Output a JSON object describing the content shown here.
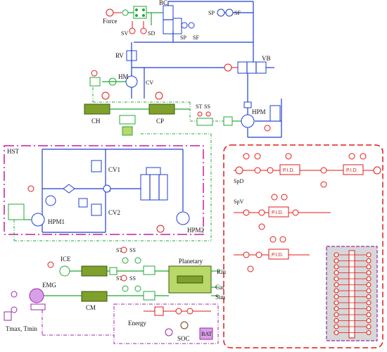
{
  "labels": {
    "force": "Force",
    "bc": "BC",
    "sp_top": "SP",
    "sf_top": "SF",
    "sv": "SV",
    "sd": "SD",
    "sp_mid": "SP",
    "sf_mid": "SF",
    "rv": "RV",
    "vb": "VB",
    "hm": "HM",
    "cv": "CV",
    "ch": "CH",
    "cp": "CP",
    "st_top": "ST",
    "ss_top": "SS",
    "hpm": "HPM",
    "hst": "HST",
    "cv1": "CV1",
    "ch_mid": "Ch",
    "cv2": "CV2",
    "hpm1": "HPM1",
    "hpm2": "HPM2",
    "spd": "SpD",
    "spv": "SpV",
    "pid": "P.I.D.",
    "ice": "ICE",
    "st_low1": "ST",
    "ss_low1": "SS",
    "st_low2": "ST",
    "ss_low2": "SS",
    "emg": "EMG",
    "cm": "CM",
    "planetary": "Planetary",
    "rin": "Rin",
    "car": "Car",
    "sun": "Sun",
    "energy": "Energy",
    "soc": "SOC",
    "bat": "BAT",
    "tmax": "Tmax, Tmin"
  },
  "colors": {
    "hydraulic": "#1f3fd0",
    "mechanical": "#21a836",
    "signal": "#e31a1a",
    "electric": "#9a2aa8",
    "hst_border": "#c0209a"
  }
}
